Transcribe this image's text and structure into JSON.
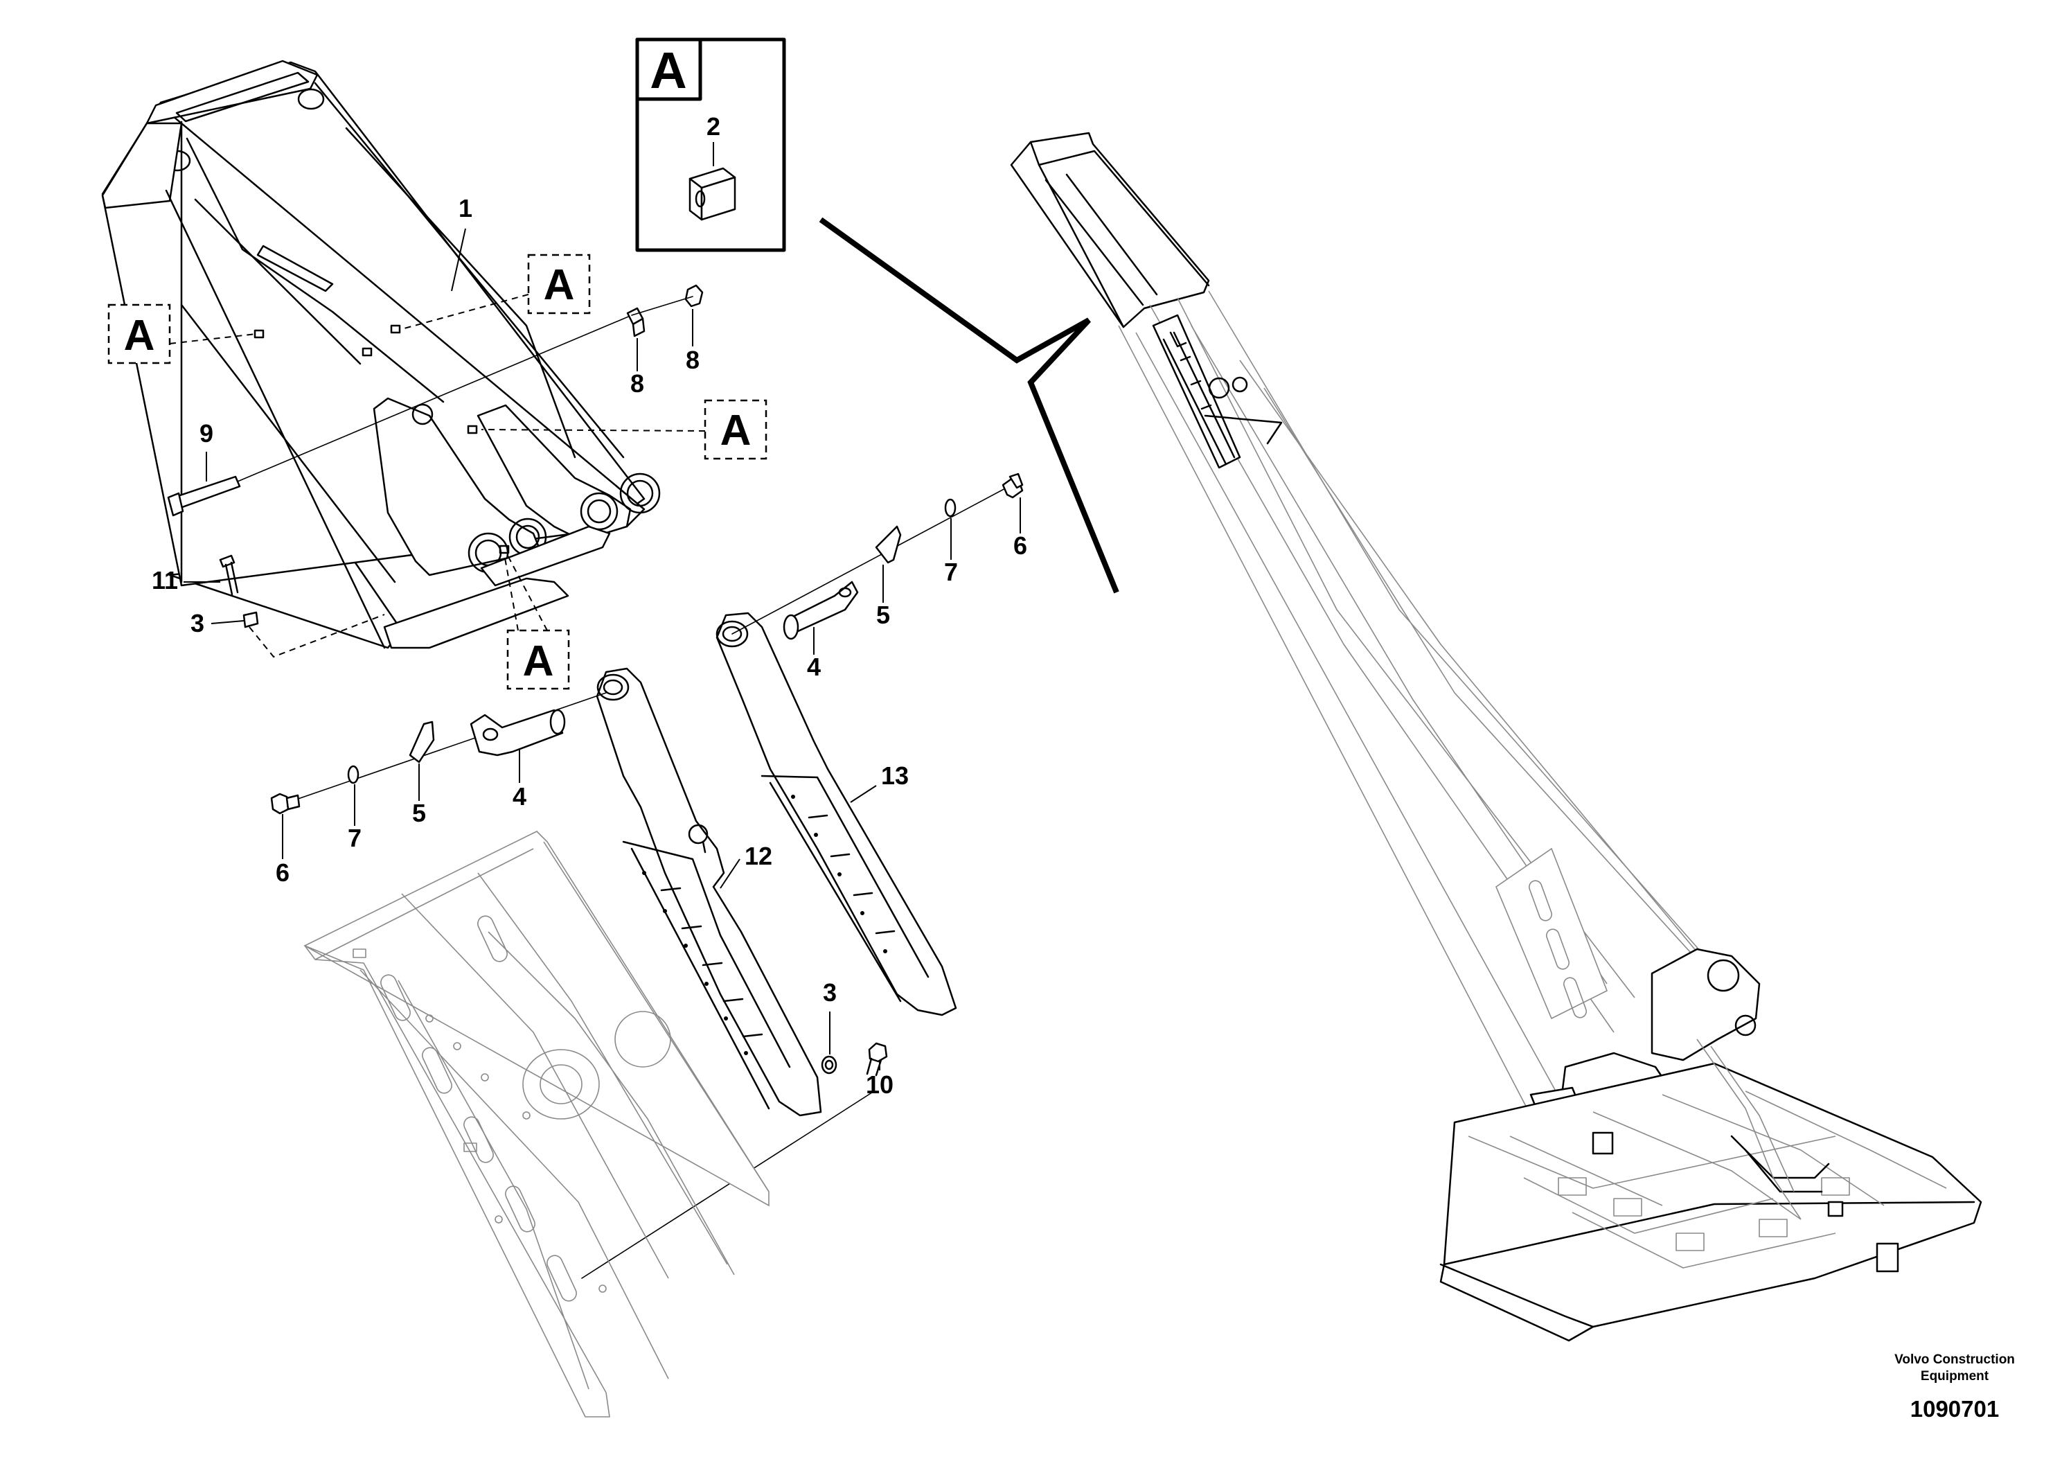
{
  "inset": {
    "letter": "A",
    "part_number": "2"
  },
  "section_markers": [
    "A",
    "A",
    "A",
    "A"
  ],
  "callouts": {
    "c1": "1",
    "c3a": "3",
    "c3b": "3",
    "c4a": "4",
    "c4b": "4",
    "c5a": "5",
    "c5b": "5",
    "c6a": "6",
    "c6b": "6",
    "c7a": "7",
    "c7b": "7",
    "c8a": "8",
    "c8b": "8",
    "c9": "9",
    "c10": "10",
    "c11": "11",
    "c12": "12",
    "c13": "13"
  },
  "footer": {
    "company_line1": "Volvo Construction",
    "company_line2": "Equipment",
    "drawing_number": "1090701"
  }
}
